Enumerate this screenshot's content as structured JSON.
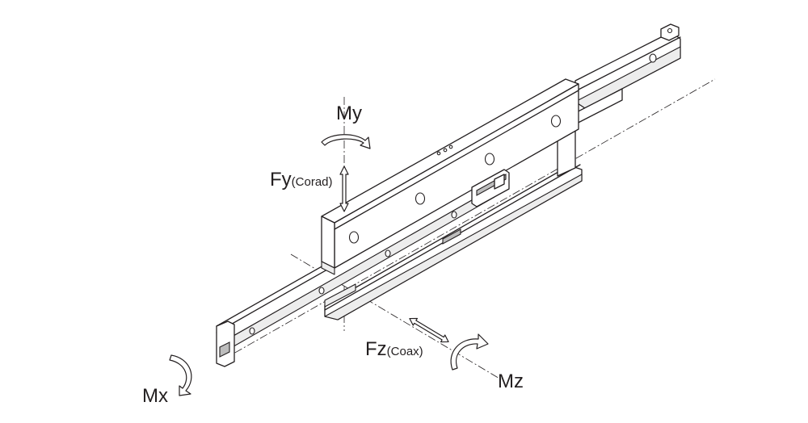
{
  "labels": {
    "my": "My",
    "fy_main": "Fy",
    "fy_sub": "(Corad)",
    "fz_main": "Fz",
    "fz_sub": "(Coax)",
    "mx": "Mx",
    "mz": "Mz"
  }
}
